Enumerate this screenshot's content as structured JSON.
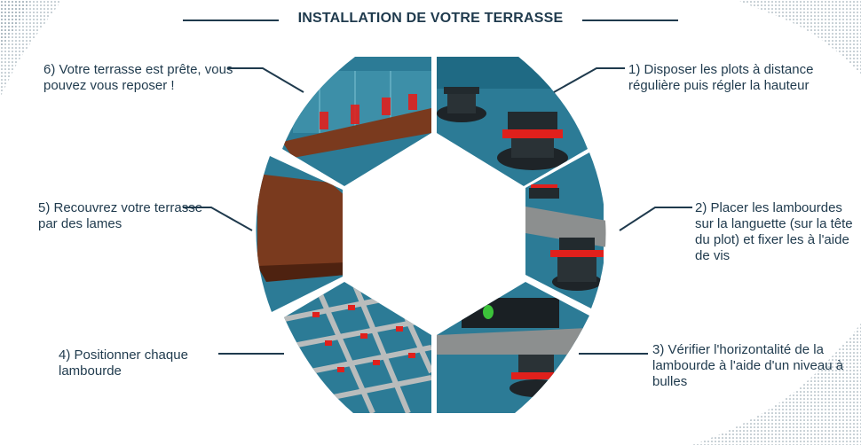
{
  "title": "INSTALLATION DE VOTRE TERRASSE",
  "steps": [
    {
      "label": "1) Disposer les plots à distance régulière puis régler la hauteur"
    },
    {
      "label": "2) Placer les lambourdes sur la languette (sur la tête du plot) et fixer les à l'aide de vis"
    },
    {
      "label": "3) Vérifier l'horizontalité de la lambourde à l'aide d'un niveau à bulles"
    },
    {
      "label": "4) Positionner chaque lambourde"
    },
    {
      "label": "5) Recouvrez votre terrasse par des lames"
    },
    {
      "label": "6) Votre terrasse est prête, vous pouvez vous reposer !"
    }
  ],
  "colors": {
    "text": "#1f3a4d",
    "background_blue": "#2c7b96",
    "deck_wood": "#7a3a1e",
    "pedestal_black": "#222a2e",
    "pedestal_red": "#e0201c",
    "joist_grey": "#8c8f8f"
  }
}
